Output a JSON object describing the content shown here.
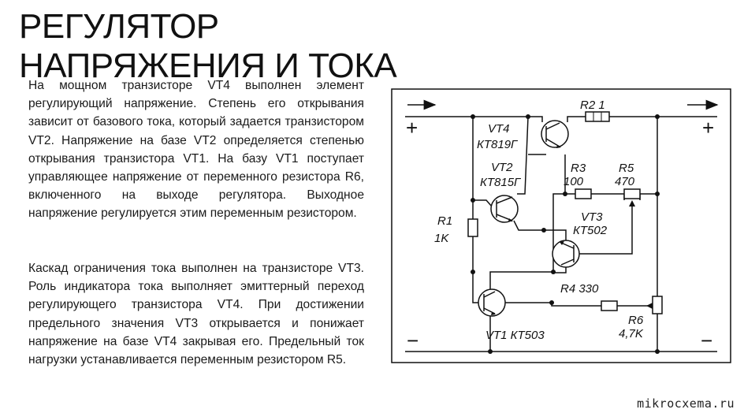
{
  "title": {
    "line1": "РЕГУЛЯТОР",
    "line2": "НАПРЯЖЕНИЯ И ТОКА"
  },
  "paragraphs": [
    "На мощном транзисторе VT4 выполнен элемент регулирующий напряжение. Степень его открывания зависит от базового тока, который задается транзистором VT2. Напряжение на базе VT2 определяется степенью открывания транзистора VT1. На базу VT1 поступает управляющее напряжение от переменного резистора R6, включенного на выходе регулятора. Выходное напряжение регулируется этим переменным резистором.",
    "Каскад ограничения тока выполнен на транзисторе VT3. Роль индикатора тока выполняет эмиттерный переход регулирующего транзистора VT4. При достижении предельного значения VT3 открывается и понижает напряжение на базе VT4 закрывая его. Предельный ток нагрузки устанавливается переменным резистором R5."
  ],
  "schematic": {
    "terminals": {
      "in_plus": "+",
      "out_plus": "+",
      "in_minus": "−",
      "out_minus": "−"
    },
    "labels": {
      "vt4_name": "VT4",
      "vt4_type": "КТ819Г",
      "vt2_name": "VT2",
      "vt2_type": "КТ815Г",
      "r2_name": "R2 1",
      "r3_name": "R3",
      "r3_value": "100",
      "r5_name": "R5",
      "r5_value": "470",
      "vt3_name": "VT3",
      "vt3_type": "КТ502",
      "r1_name": "R1",
      "r1_value": "1K",
      "r4_label": "R4 330",
      "r6_name": "R6",
      "r6_value": "4,7K",
      "vt1_label": "VT1 КТ503"
    }
  },
  "watermark": "mikrocxema.ru"
}
